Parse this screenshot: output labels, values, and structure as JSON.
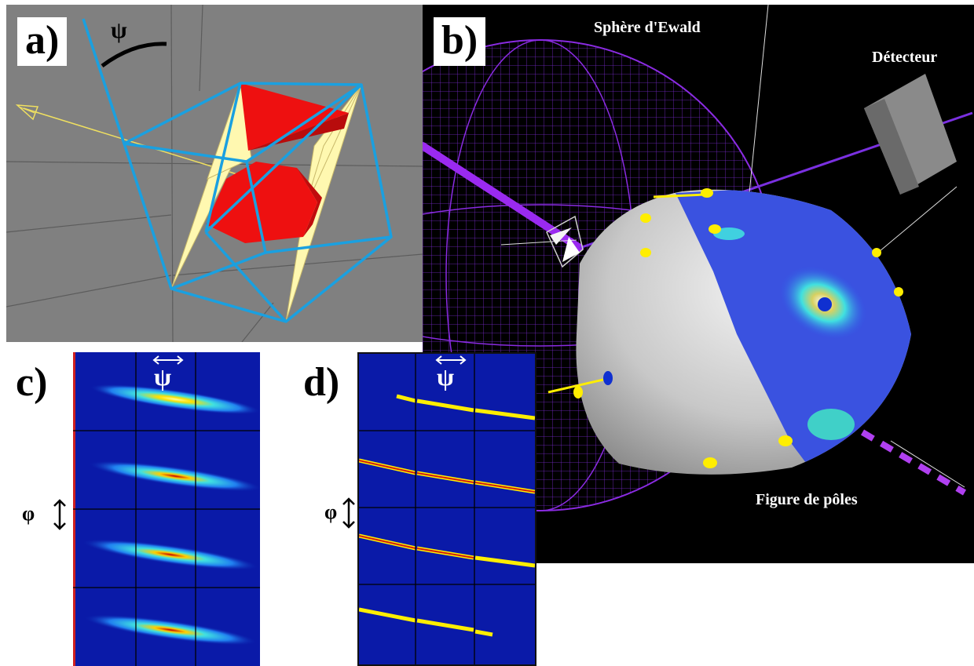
{
  "panel_a": {
    "label": "a)",
    "angle_symbol": "ψ"
  },
  "panel_b": {
    "label": "b)",
    "ewald_label": "Sphère d'Ewald",
    "detector_label": "Détecteur",
    "pole_figure_label": "Figure de pôles"
  },
  "panel_c": {
    "label": "c)",
    "psi_symbol": "ψ",
    "phi_symbol": "φ"
  },
  "panel_d": {
    "label": "d)",
    "psi_symbol": "ψ",
    "phi_symbol": "φ"
  },
  "colors": {
    "frame_blue": "#1aa0e0",
    "cone_red": "#ee1010",
    "cone_cream": "#fff8b0",
    "ewald_purple": "#8a2be2",
    "pole_yellow": "#ffee00",
    "pole_blue": "#1030d0",
    "map_blue": "#0a1aa8"
  }
}
